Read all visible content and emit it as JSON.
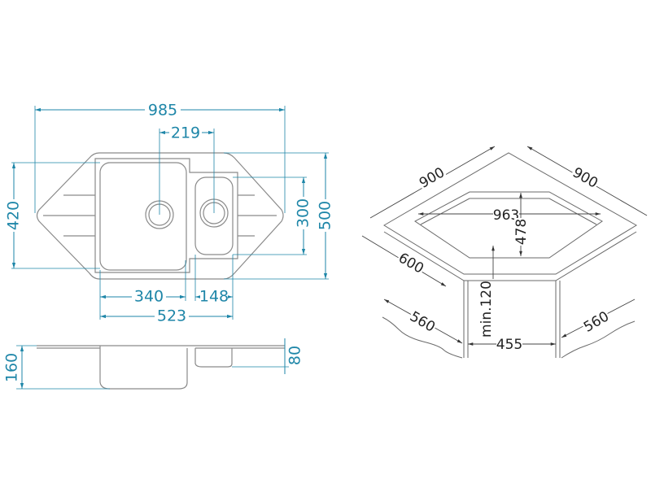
{
  "colors": {
    "dimension": "#1e86a8",
    "outline": "#8a8a8a",
    "dark": "#444444"
  },
  "top_view": {
    "overall_width": "985",
    "drain_spacing": "219",
    "bowl_depth_main": "420",
    "bowl_depth_small": "300",
    "overall_depth": "500",
    "main_bowl_width": "340",
    "small_bowl_width": "148",
    "bowls_total_width": "523"
  },
  "side_view": {
    "main_bowl_height": "160",
    "small_bowl_height": "80"
  },
  "installation": {
    "counter_left": "900",
    "counter_right": "900",
    "cutout_width": "963",
    "cutout_depth": "478",
    "counter_depth": "600",
    "front_clearance": "min.120",
    "cabinet_left": "560",
    "cabinet_right": "560",
    "cabinet_front": "455"
  }
}
